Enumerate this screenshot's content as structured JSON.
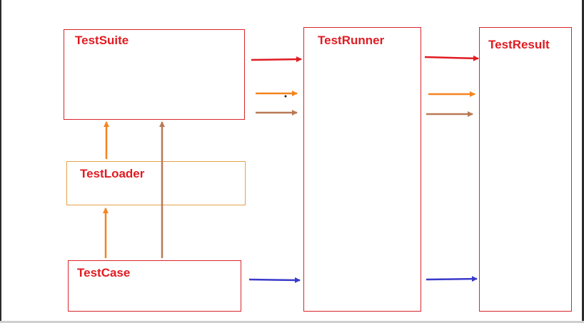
{
  "diagram": {
    "nodes": {
      "suite": "TestSuite",
      "runner": "TestRunner",
      "result": "TestResult",
      "loader": "TestLoader",
      "case": "TestCase"
    },
    "edges": [
      {
        "from": "TestSuite",
        "to": "TestRunner",
        "color": "#e01b22"
      },
      {
        "from": "TestSuite",
        "to": "TestRunner",
        "color": "#f5831f"
      },
      {
        "from": "TestSuite",
        "to": "TestRunner",
        "color": "#b87a56"
      },
      {
        "from": "TestRunner",
        "to": "TestResult",
        "color": "#e01b22"
      },
      {
        "from": "TestRunner",
        "to": "TestResult",
        "color": "#f5831f"
      },
      {
        "from": "TestRunner",
        "to": "TestResult",
        "color": "#b87a56"
      },
      {
        "from": "TestLoader",
        "to": "TestSuite",
        "color": "#f5831f"
      },
      {
        "from": "TestCase",
        "to": "TestLoader",
        "color": "#f5831f"
      },
      {
        "from": "TestCase",
        "to": "TestSuite",
        "color": "#b87a56"
      },
      {
        "from": "TestCase",
        "to": "TestRunner",
        "color": "#3a3acb"
      },
      {
        "from": "TestRunner",
        "to": "TestResult",
        "color": "#3a3acb"
      }
    ],
    "colors": {
      "box_border": "#d8252b",
      "loader_border": "#e3a24a",
      "label_text": "#e01b22",
      "red_arrow": "#e01b22",
      "orange_arrow": "#f5831f",
      "brown_arrow": "#b87a56",
      "blue_arrow": "#3a3acb"
    }
  }
}
